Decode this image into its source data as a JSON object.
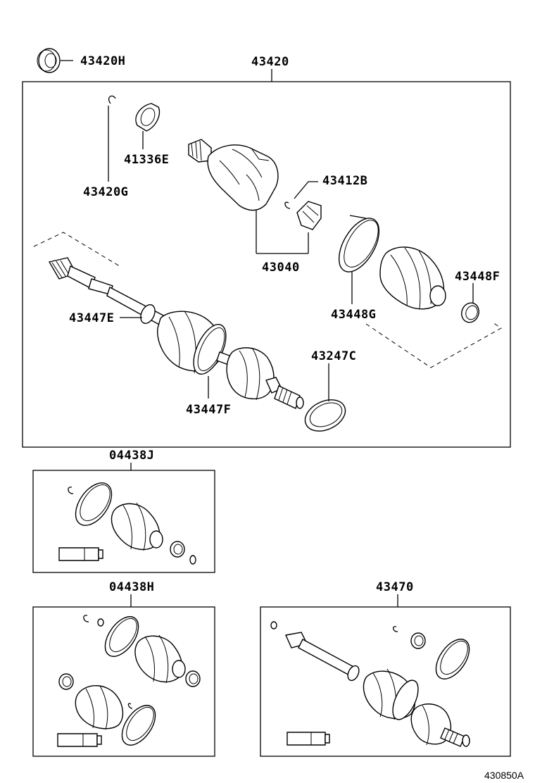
{
  "labels": {
    "p43420H": "43420H",
    "p43420": "43420",
    "p41336E": "41336E",
    "p43420G": "43420G",
    "p43412B": "43412B",
    "p43040": "43040",
    "p43448F": "43448F",
    "p43448G": "43448G",
    "p43447E": "43447E",
    "p43247C": "43247C",
    "p43447F": "43447F",
    "p04438J": "04438J",
    "p04438H": "04438H",
    "p43470": "43470"
  },
  "figure_number": "430850A"
}
